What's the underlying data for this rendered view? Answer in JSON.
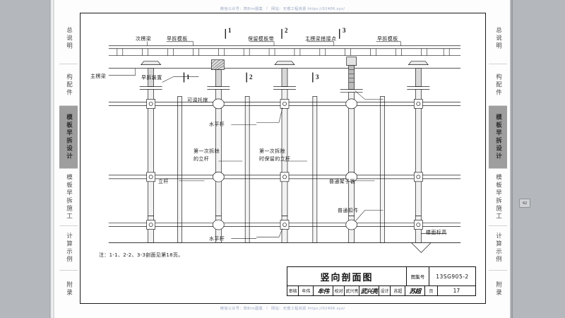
{
  "viewer": {
    "background_color": "#b4b7bb",
    "page_background": "#fdfdfd"
  },
  "watermark": {
    "account_label": "微信公众号：筑Bim图集",
    "site_label": "网站：无偿工程资源 https://02406.xyz/"
  },
  "sidebar": {
    "left_items": [
      {
        "id": "zongshuoming",
        "label": "总说明",
        "active": false
      },
      {
        "id": "goupeijian",
        "label": "构配件",
        "active": false
      },
      {
        "id": "mobanzaochaisheji",
        "label": "模板早拆设计",
        "active": true
      },
      {
        "id": "mobanzaochaishigong",
        "label": "模板早拆施工",
        "active": false
      },
      {
        "id": "jisuanshili",
        "label": "计算示例",
        "active": false
      },
      {
        "id": "fulu",
        "label": "附录",
        "active": false
      }
    ],
    "right_items": [
      {
        "id": "zongshuoming",
        "label": "总说明",
        "active": false
      },
      {
        "id": "goupeijian",
        "label": "构配件",
        "active": false
      },
      {
        "id": "mobanzaochaisheji",
        "label": "模板早拆设计",
        "active": true
      },
      {
        "id": "mobanzaochaishigong",
        "label": "模板早拆施工",
        "active": false
      },
      {
        "id": "jisuanshili",
        "label": "计算示例",
        "active": false
      },
      {
        "id": "fulu",
        "label": "附录",
        "active": false
      }
    ]
  },
  "drawing": {
    "top_labels": [
      {
        "id": "cileingliang",
        "text": "次楞梁"
      },
      {
        "id": "zaochai-moban-1",
        "text": "早拆模板"
      },
      {
        "id": "baoliu-mobandai",
        "text": "保留模板带"
      },
      {
        "id": "zhuleingliang-dajiedian",
        "text": "主楞梁搭接点"
      },
      {
        "id": "zaochai-moban-2",
        "text": "早拆模板"
      }
    ],
    "section_markers_top": [
      "1",
      "2",
      "3"
    ],
    "section_markers_mid": [
      "1",
      "2",
      "3"
    ],
    "mid_labels": [
      {
        "id": "zhuleingliang",
        "text": "主楞梁"
      },
      {
        "id": "zaochai-zhuangzhi",
        "text": "早拆装置"
      },
      {
        "id": "ketiao-tuocheng",
        "text": "可调托撑"
      }
    ],
    "body_labels": [
      {
        "id": "shuipinggan-upper",
        "text": "水平杆"
      },
      {
        "id": "diyici-chaichu-ligan",
        "text": "第一次拆除\n的立杆"
      },
      {
        "id": "diyici-chaichu-baoliu",
        "text": "第一次拆除\n时保留的立杆"
      },
      {
        "id": "ligan",
        "text": "立杆"
      },
      {
        "id": "putong-jiaziguan",
        "text": "普通架子管"
      },
      {
        "id": "putong-koujian",
        "text": "普通扣件"
      },
      {
        "id": "shuipinggan-lower",
        "text": "水平杆"
      },
      {
        "id": "loumian-biaogao",
        "text": "楼面标高"
      }
    ],
    "note": "注：1-1、2-2、3-3剖面见第18页。"
  },
  "title_block": {
    "title": "竖向剖面图",
    "atlas_no_label": "图集号",
    "atlas_no_value": "13SG905-2",
    "page_label": "页",
    "page_value": "17",
    "review_label": "审核",
    "review_name": "牟伟",
    "review_sign": "牟伟",
    "check_label": "校对",
    "check_name": "武兴亮",
    "check_sign": "武兴亮",
    "design_label": "设计",
    "design_name": "苏超",
    "design_sign": "苏超"
  },
  "mini_badge": {
    "label": "42"
  }
}
